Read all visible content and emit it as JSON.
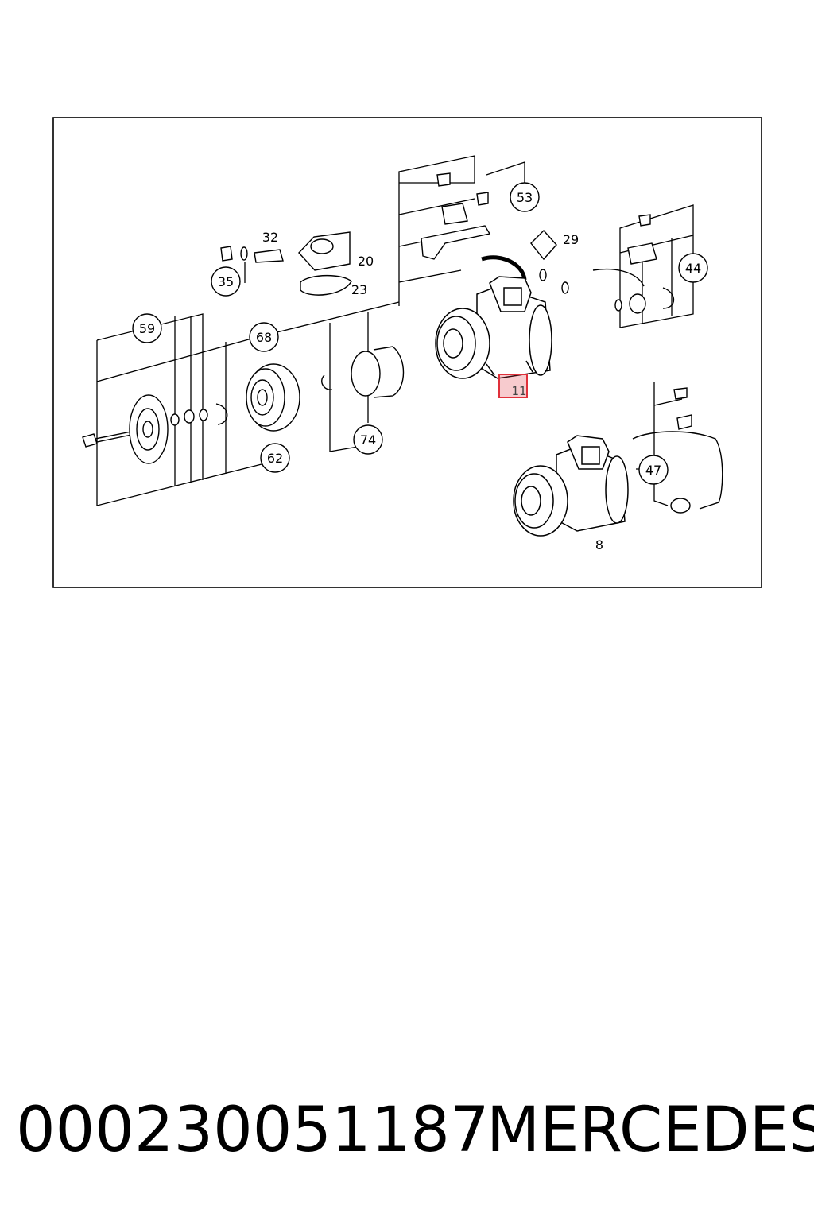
{
  "diagram": {
    "callouts_circled": [
      "53",
      "35",
      "59",
      "68",
      "44",
      "74",
      "62",
      "47"
    ],
    "callouts_plain": [
      "32",
      "20",
      "23",
      "29",
      "8"
    ],
    "highlighted_callout": "11",
    "highlight_color": "#e0303a"
  },
  "footer": {
    "part_number": "000230051187",
    "brand": "MERCEDES"
  }
}
